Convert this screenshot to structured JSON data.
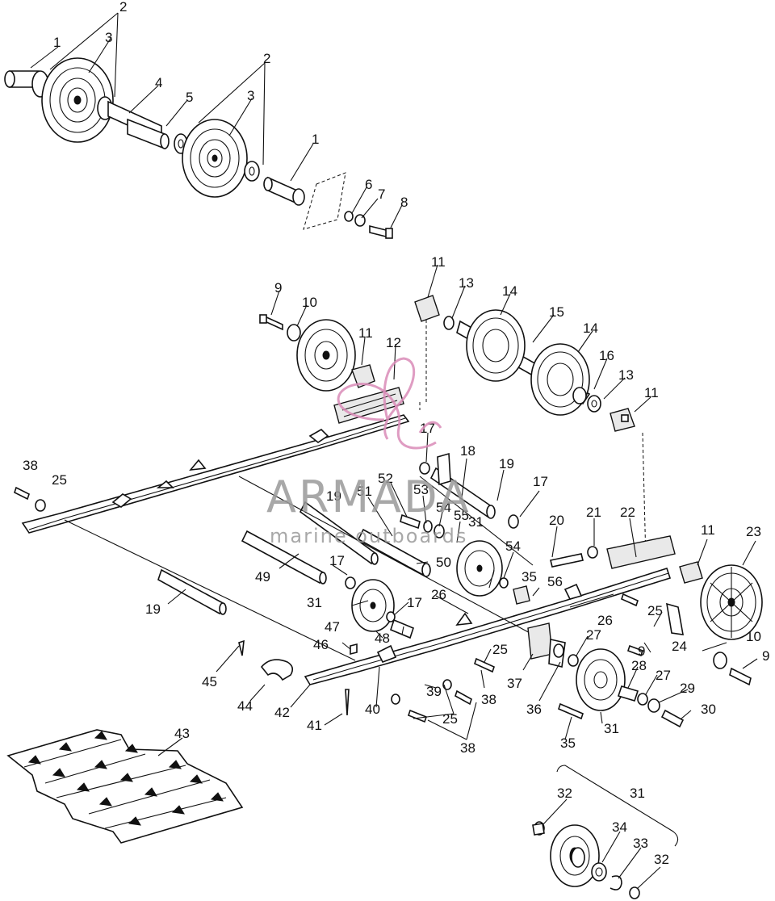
{
  "watermark": {
    "brand": "ARMADA",
    "tagline": "marine outboards",
    "logo_color": "#d98bb7",
    "text_color": "#9a9a9a"
  },
  "callouts": [
    {
      "id": "c1a",
      "text": "1"
    },
    {
      "id": "c2a",
      "text": "2"
    },
    {
      "id": "c3a",
      "text": "3"
    },
    {
      "id": "c2b",
      "text": "2"
    },
    {
      "id": "c4",
      "text": "4"
    },
    {
      "id": "c5",
      "text": "5"
    },
    {
      "id": "c3b",
      "text": "3"
    },
    {
      "id": "c1b",
      "text": "1"
    },
    {
      "id": "c6",
      "text": "6"
    },
    {
      "id": "c7",
      "text": "7"
    },
    {
      "id": "c8",
      "text": "8"
    },
    {
      "id": "c11a",
      "text": "11"
    },
    {
      "id": "c13a",
      "text": "13"
    },
    {
      "id": "c14a",
      "text": "14"
    },
    {
      "id": "c9a",
      "text": "9"
    },
    {
      "id": "c10a",
      "text": "10"
    },
    {
      "id": "c15",
      "text": "15"
    },
    {
      "id": "c14b",
      "text": "14"
    },
    {
      "id": "c11b",
      "text": "11"
    },
    {
      "id": "c12",
      "text": "12"
    },
    {
      "id": "c16",
      "text": "16"
    },
    {
      "id": "c13b",
      "text": "13"
    },
    {
      "id": "c11c",
      "text": "11"
    },
    {
      "id": "c17a",
      "text": "17"
    },
    {
      "id": "c18",
      "text": "18"
    },
    {
      "id": "c19a",
      "text": "19"
    },
    {
      "id": "c38a",
      "text": "38"
    },
    {
      "id": "c25a",
      "text": "25"
    },
    {
      "id": "c52",
      "text": "52"
    },
    {
      "id": "c17b",
      "text": "17"
    },
    {
      "id": "c19b",
      "text": "19"
    },
    {
      "id": "c51",
      "text": "51"
    },
    {
      "id": "c53",
      "text": "53"
    },
    {
      "id": "c54a",
      "text": "54"
    },
    {
      "id": "c55",
      "text": "55"
    },
    {
      "id": "c31a",
      "text": "31"
    },
    {
      "id": "c20",
      "text": "20"
    },
    {
      "id": "c21",
      "text": "21"
    },
    {
      "id": "c22",
      "text": "22"
    },
    {
      "id": "c11d",
      "text": "11"
    },
    {
      "id": "c23",
      "text": "23"
    },
    {
      "id": "c54b",
      "text": "54"
    },
    {
      "id": "c50",
      "text": "50"
    },
    {
      "id": "c35a",
      "text": "35"
    },
    {
      "id": "c56",
      "text": "56"
    },
    {
      "id": "c49",
      "text": "49"
    },
    {
      "id": "c17c",
      "text": "17"
    },
    {
      "id": "c19c",
      "text": "19"
    },
    {
      "id": "c31b",
      "text": "31"
    },
    {
      "id": "c17d",
      "text": "17"
    },
    {
      "id": "c26a",
      "text": "26"
    },
    {
      "id": "c25b",
      "text": "25"
    },
    {
      "id": "c26b",
      "text": "26"
    },
    {
      "id": "c10b",
      "text": "10"
    },
    {
      "id": "c47",
      "text": "47"
    },
    {
      "id": "c48",
      "text": "48"
    },
    {
      "id": "c24",
      "text": "24"
    },
    {
      "id": "c9b",
      "text": "9"
    },
    {
      "id": "c9c",
      "text": "9"
    },
    {
      "id": "c46",
      "text": "46"
    },
    {
      "id": "c25c",
      "text": "25"
    },
    {
      "id": "c27a",
      "text": "27"
    },
    {
      "id": "c45",
      "text": "45"
    },
    {
      "id": "c37",
      "text": "37"
    },
    {
      "id": "c28",
      "text": "28"
    },
    {
      "id": "c27b",
      "text": "27"
    },
    {
      "id": "c38b",
      "text": "38"
    },
    {
      "id": "c39",
      "text": "39"
    },
    {
      "id": "c29",
      "text": "29"
    },
    {
      "id": "c44",
      "text": "44"
    },
    {
      "id": "c42",
      "text": "42"
    },
    {
      "id": "c40",
      "text": "40"
    },
    {
      "id": "c36",
      "text": "36"
    },
    {
      "id": "c30",
      "text": "30"
    },
    {
      "id": "c41",
      "text": "41"
    },
    {
      "id": "c25d",
      "text": "25"
    },
    {
      "id": "c31c",
      "text": "31"
    },
    {
      "id": "c43",
      "text": "43"
    },
    {
      "id": "c35b",
      "text": "35"
    },
    {
      "id": "c38c",
      "text": "38"
    },
    {
      "id": "c32a",
      "text": "32"
    },
    {
      "id": "c31d",
      "text": "31"
    },
    {
      "id": "c34",
      "text": "34"
    },
    {
      "id": "c33",
      "text": "33"
    },
    {
      "id": "c32b",
      "text": "32"
    }
  ]
}
